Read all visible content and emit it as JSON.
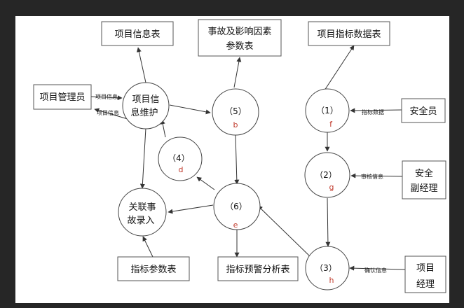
{
  "entities": {
    "project_info_table": "项目信息表",
    "accident_factors_table": [
      "事故及影响因素",
      "参数表"
    ],
    "indicator_data_table": "项目指标数据表",
    "project_admin": "项目管理员",
    "safety_officer": "安全员",
    "deputy_manager": [
      "安全",
      "副经理"
    ],
    "project_manager": [
      "项目",
      "经理"
    ],
    "indicator_param_table": "指标参数表",
    "warning_analysis_table": "指标预警分析表"
  },
  "processes": {
    "p_info": {
      "label": [
        "项目信",
        "息维护"
      ]
    },
    "p5": {
      "number": "（5）",
      "tag": "b"
    },
    "p1": {
      "number": "（1）",
      "tag": "f"
    },
    "p4": {
      "number": "（4）",
      "tag": "d"
    },
    "p2": {
      "number": "（2）",
      "tag": "g"
    },
    "p6": {
      "number": "（6）",
      "tag": "e"
    },
    "p3": {
      "number": "（3）",
      "tag": "h"
    },
    "p_link": {
      "label": [
        "关联事",
        "故录入"
      ]
    }
  },
  "flows": {
    "admin_to_info": "项目信息",
    "info_to_admin": "项目信息",
    "safety_to_p1": "指标数据",
    "deputy_to_p2": "审核信息",
    "manager_to_p3": "确认信息"
  }
}
